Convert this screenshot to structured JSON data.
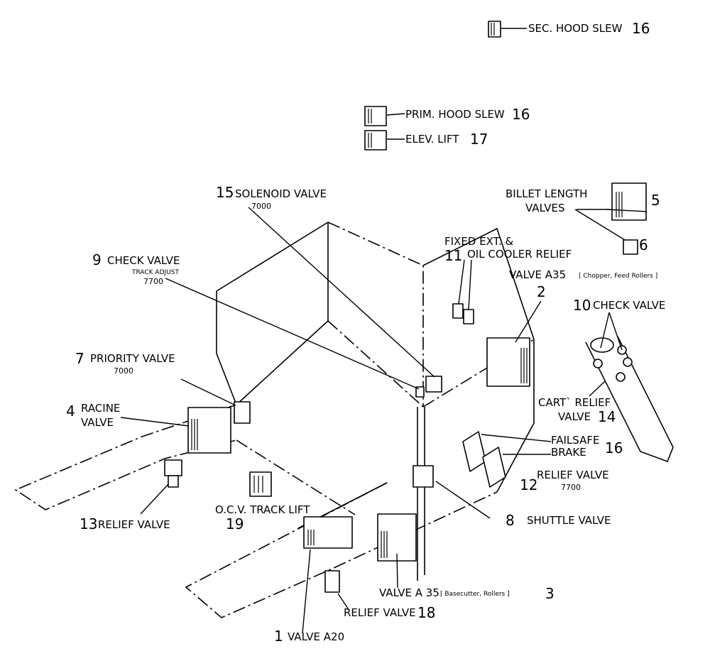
{
  "labels": {
    "sec_hood_slew": {
      "text": "SEC. HOOD SLEW",
      "num": "16"
    },
    "prim_hood_slew": {
      "text": "PRIM. HOOD SLEW",
      "num": "16"
    },
    "elev_lift": {
      "text": "ELEV. LIFT",
      "num": "17"
    },
    "billet_length": {
      "line1": "BILLET LENGTH",
      "line2": "VALVES",
      "num_a": "5",
      "num_b": "6"
    },
    "solenoid_valve": {
      "num": "15",
      "text": "SOLENOID VALVE",
      "code": "7000"
    },
    "fixed_ext": {
      "line1": "FIXED EXT. &",
      "num": "11",
      "line2": "OIL COOLER RELIEF"
    },
    "check_valve_9": {
      "num": "9",
      "text": "CHECK VALVE",
      "sub": "TRACK ADJUST",
      "code": "7700"
    },
    "valve_a35_top": {
      "text": "VALVE A35",
      "sub": "[ Chopper, Feed Rollers ]",
      "num": "2"
    },
    "check_valve_10": {
      "num": "10",
      "text": "CHECK VALVE"
    },
    "priority_valve": {
      "num": "7",
      "text": "PRIORITY VALVE",
      "code": "7000"
    },
    "racine_valve": {
      "num": "4",
      "line1": "RACINE",
      "line2": "VALVE"
    },
    "cart_relief": {
      "line1": "CART` RELIEF",
      "line2": "VALVE",
      "num": "14"
    },
    "failsafe_brake": {
      "line1": "FAILSAFE",
      "line2": "BRAKE",
      "num": "16"
    },
    "relief_valve_12": {
      "num": "12",
      "text": "RELIEF VALVE",
      "code": "7700"
    },
    "ocv_track_lift": {
      "text": "O.C.V. TRACK LIFT",
      "num": "19"
    },
    "relief_valve_13": {
      "num": "13",
      "text": "RELIEF VALVE"
    },
    "shuttle_valve": {
      "num": "8",
      "text": "SHUTTLE VALVE"
    },
    "valve_a35_bottom": {
      "text": "VALVE A 35",
      "sub": "[ Basecutter, Rollers ]",
      "num": "3"
    },
    "relief_valve_18": {
      "text": "RELIEF VALVE",
      "num": "18"
    },
    "valve_a20": {
      "num": "1",
      "text": "VALVE A20"
    }
  }
}
